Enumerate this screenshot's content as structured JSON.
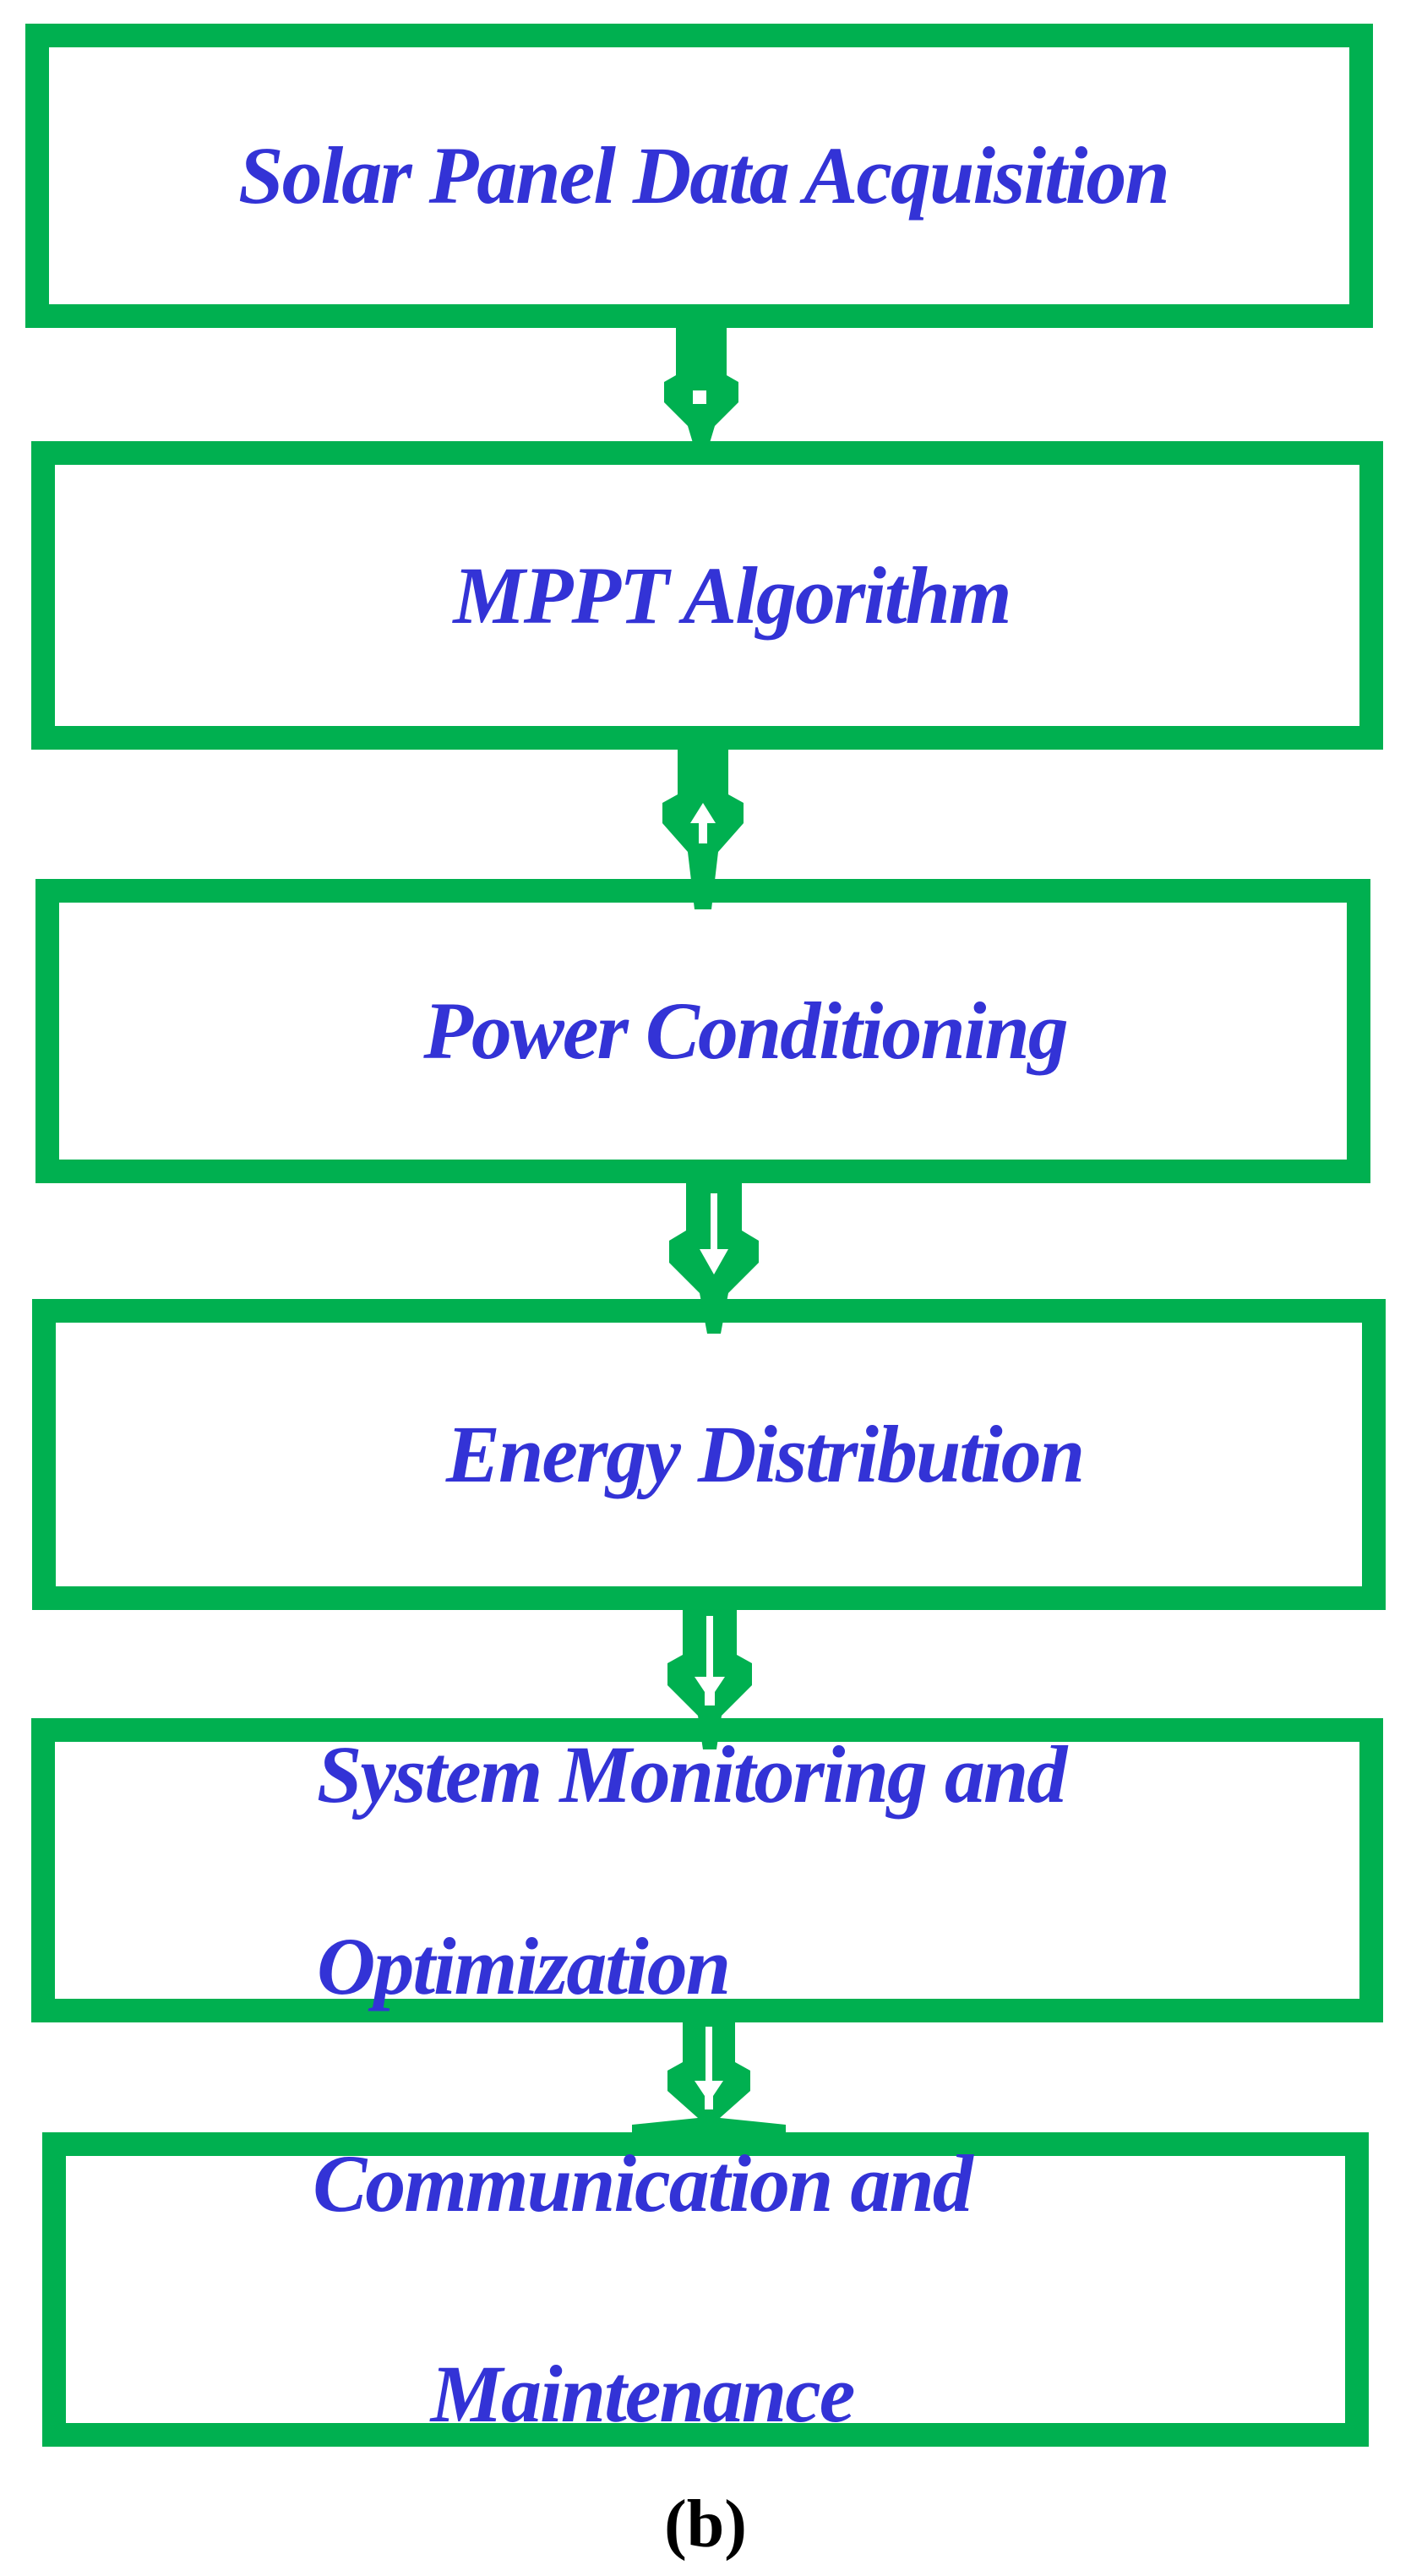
{
  "figure_label": {
    "open": "(",
    "letter": "b",
    "close": ")"
  },
  "colors": {
    "box_border": "#00B050",
    "arrow": "#00B050",
    "text": "#3333D6",
    "caption": "#000000",
    "background": "#FFFFFF"
  },
  "flowchart": {
    "type": "vertical-flow-diagram",
    "direction": "top-down",
    "boxes": [
      {
        "id": "solar-panel-data-acquisition",
        "lines": [
          "Solar Panel Data Acquisition"
        ]
      },
      {
        "id": "mppt-algorithm",
        "lines": [
          "MPPT Algorithm"
        ]
      },
      {
        "id": "power-conditioning",
        "lines": [
          "Power Conditioning"
        ]
      },
      {
        "id": "energy-distribution",
        "lines": [
          "Energy Distribution"
        ]
      },
      {
        "id": "system-monitoring-and-optimization",
        "lines": [
          "System Monitoring and",
          "Optimization"
        ]
      },
      {
        "id": "communication-and-maintenance",
        "lines": [
          "Communication and",
          "Maintenance"
        ]
      }
    ],
    "connections": [
      {
        "from": "Solar Panel Data Acquisition",
        "to": "MPPT Algorithm"
      },
      {
        "from": "MPPT Algorithm",
        "to": "Power Conditioning"
      },
      {
        "from": "Power Conditioning",
        "to": "Energy Distribution"
      },
      {
        "from": "Energy Distribution",
        "to": "System Monitoring and Optimization"
      },
      {
        "from": "System Monitoring and Optimization",
        "to": "Communication and Maintenance"
      }
    ]
  }
}
